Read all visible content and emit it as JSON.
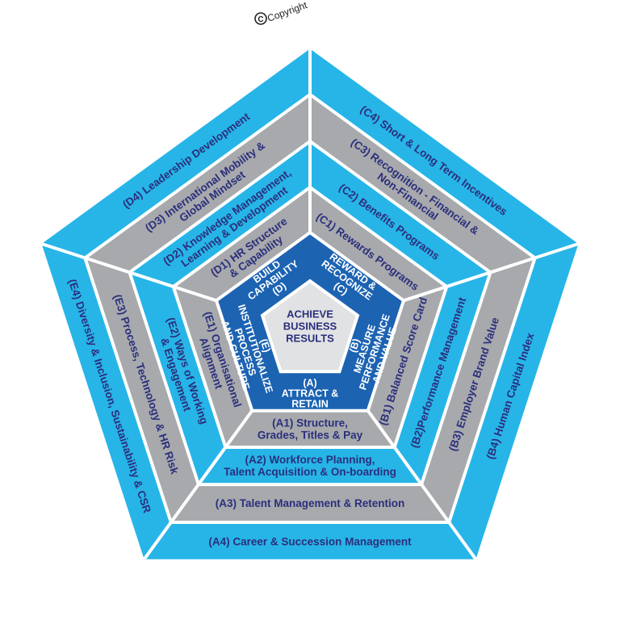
{
  "copyright": "Copyright",
  "center": {
    "lines": [
      "ACHIEVE",
      "BUSINESS",
      "RESULTS"
    ]
  },
  "core": [
    {
      "id": "a",
      "lines": [
        "(A)",
        "ATTRACT &",
        "RETAIN"
      ]
    },
    {
      "id": "b",
      "lines": [
        "(B)",
        "MEASURE",
        "PERFORMANCE",
        "AND VALUE"
      ]
    },
    {
      "id": "c",
      "lines": [
        "REWARD &",
        "RECOGNIZE",
        "(C)"
      ]
    },
    {
      "id": "d",
      "lines": [
        "BUILD",
        "CAPABILITY",
        "(D)"
      ]
    },
    {
      "id": "e",
      "lines": [
        "(E)",
        "INSTITUTIONALIZE",
        "PROCESS",
        "AND CULTURE"
      ]
    }
  ],
  "rings": [
    {
      "level": 1,
      "color": "#a7a9ac",
      "sides": {
        "a": [
          "(A1) Structure,",
          "Grades, Titles & Pay"
        ],
        "b": [
          "(B1) Balanced Score Card"
        ],
        "c": [
          "(C1) Rewards Programs"
        ],
        "d": [
          "(D1) HR Structure",
          "& Capability"
        ],
        "e": [
          "(E1) Organisational",
          "Alignment"
        ]
      }
    },
    {
      "level": 2,
      "color": "#27b5e8",
      "sides": {
        "a": [
          "(A2) Workforce Planning,",
          "Talent Acquisition & On-boarding"
        ],
        "b": [
          "(B2)Performance Management"
        ],
        "c": [
          "(C2) Benefits Programs"
        ],
        "d": [
          "(D2) Knowledge Management,",
          "Learning & Development"
        ],
        "e": [
          "(E2) Ways of Working",
          "& Engagement"
        ]
      }
    },
    {
      "level": 3,
      "color": "#a7a9ac",
      "sides": {
        "a": [
          "(A3) Talent Management & Retention"
        ],
        "b": [
          "(B3) Employer Brand Value"
        ],
        "c": [
          "(C3) Recognition - Financial &",
          "Non-Financial"
        ],
        "d": [
          "(D3) International Mobility &",
          "Global Mindset"
        ],
        "e": [
          "(E3) Process, Technology & HR Risk"
        ]
      }
    },
    {
      "level": 4,
      "color": "#27b5e8",
      "sides": {
        "a": [
          "(A4) Career & Succession Management"
        ],
        "b": [
          "(B4) Human Capital Index"
        ],
        "c": [
          "(C4) Short & Long Term Incentives"
        ],
        "d": [
          "(D4) Leadership Development"
        ],
        "e": [
          "(E4) Diversity & Inclusion, Sustainability & CSR"
        ]
      }
    }
  ],
  "colors": {
    "core": "#1c63b2",
    "center": "#e1e2e3",
    "text": "#2b2f7c",
    "separator": "#ffffff"
  }
}
